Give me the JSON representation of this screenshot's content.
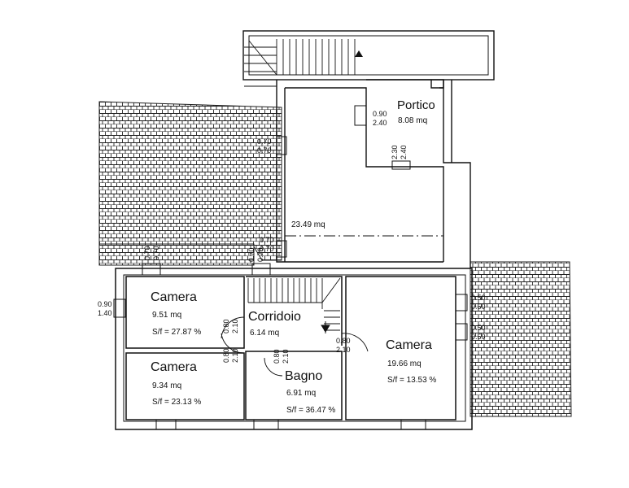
{
  "rooms": {
    "portico": {
      "name": "Portico",
      "area": "8.08 mq"
    },
    "terrace": {
      "area": "23.49 mq"
    },
    "camera_1": {
      "name": "Camera",
      "area": "9.51 mq",
      "ratio": "S/f = 27.87 %"
    },
    "camera_2": {
      "name": "Camera",
      "area": "9.34 mq",
      "ratio": "S/f = 23.13 %"
    },
    "corridoio": {
      "name": "Corridoio",
      "area": "6.14 mq"
    },
    "bagno": {
      "name": "Bagno",
      "area": "6.91 mq",
      "ratio": "S/f = 36.47 %"
    },
    "camera_3": {
      "name": "Camera",
      "area": "19.66 mq",
      "ratio": "S/f = 13.53 %"
    }
  },
  "openings": {
    "portico_door": {
      "w": "0.90",
      "h": "2.40"
    },
    "portico_side": {
      "w": "2.30",
      "h": "2.40"
    },
    "terrace_window": {
      "w": "0.70",
      "h": "0.70"
    },
    "terrace_low": {
      "w": "0.70",
      "h": "0.70"
    },
    "roof_left_1": {
      "w": "0.70",
      "h": "0.70"
    },
    "roof_left_2": {
      "w": "0.70",
      "h": "0.70"
    },
    "left_window": {
      "w": "0.90",
      "h": "1.40"
    },
    "door_camera_1": {
      "w": "0.80",
      "h": "2.10"
    },
    "door_camera_2": {
      "w": "0.80",
      "h": "2.10"
    },
    "door_bagno": {
      "w": "0.80",
      "h": "2.10"
    },
    "door_camera_3": {
      "w": "0.80",
      "h": "2.10"
    },
    "right_window_1": {
      "w": "0.50",
      "h": "0.50"
    },
    "right_window_2": {
      "w": "0.50",
      "h": "0.50"
    }
  },
  "colors": {
    "line": "#111111",
    "roof": "#222222",
    "background": "#ffffff"
  }
}
